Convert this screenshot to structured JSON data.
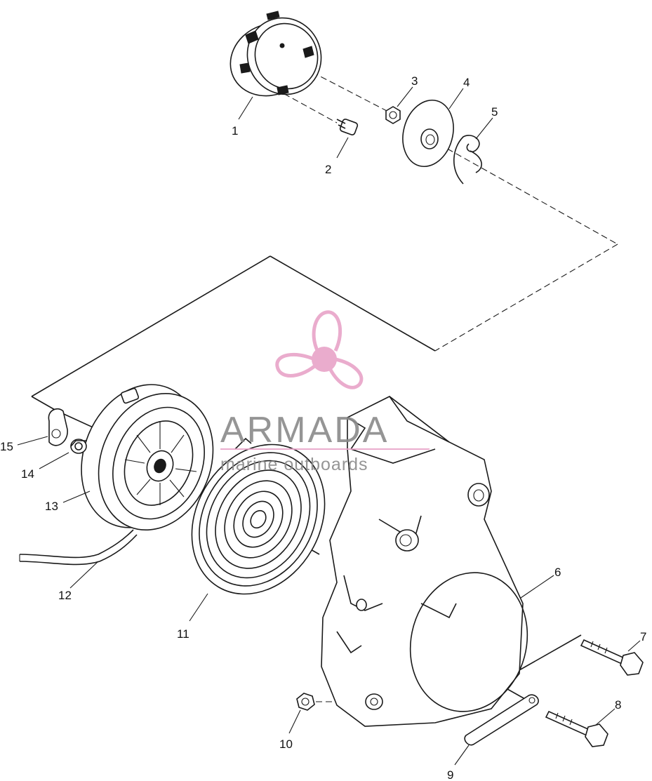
{
  "diagram": {
    "labels": [
      "1",
      "2",
      "3",
      "4",
      "5",
      "6",
      "7",
      "8",
      "9",
      "10",
      "11",
      "12",
      "13",
      "14",
      "15"
    ]
  },
  "watermark": {
    "brand": "ARMADA",
    "tagline": "marine outboards",
    "brand_color": "#8a8a8a",
    "accent_color": "#e8a4c8"
  }
}
